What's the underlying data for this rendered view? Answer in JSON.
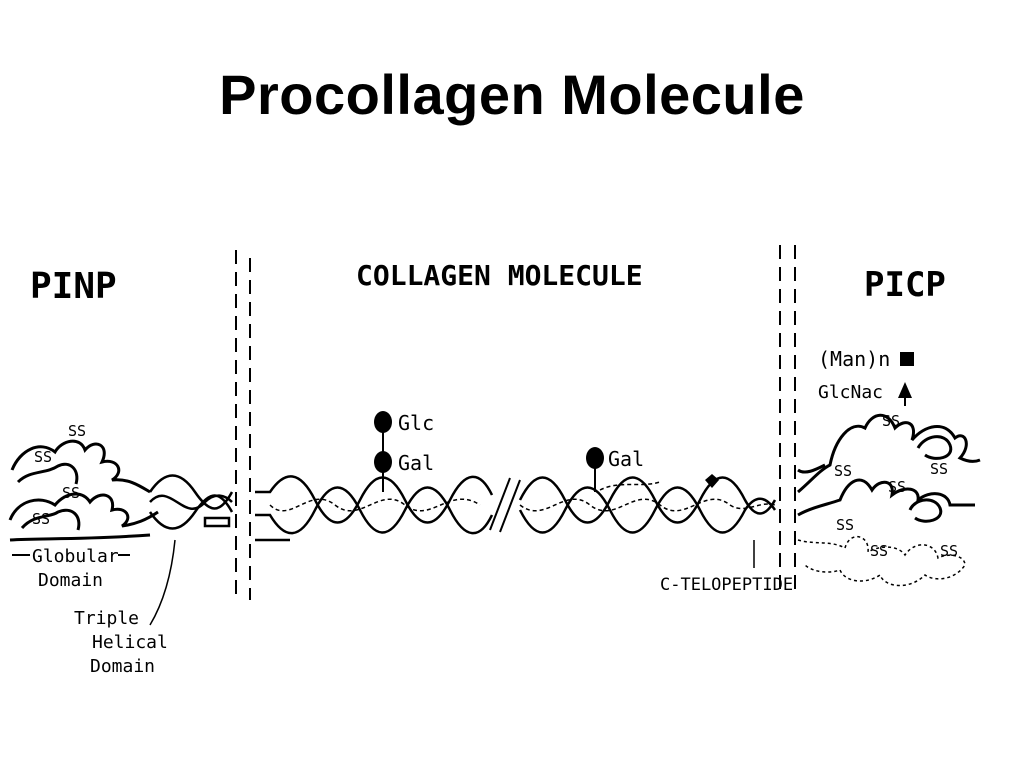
{
  "title": "Procollagen Molecule",
  "sections": {
    "left": "PINP",
    "middle": "COLLAGEN MOLECULE",
    "right": "PICP"
  },
  "labels": {
    "ss": "SS",
    "globular": "Globular",
    "domain": "Domain",
    "triple": "Triple",
    "helical": "Helical",
    "glc": "Glc",
    "gal": "Gal",
    "man": "(Man)n",
    "glcnac": "GlcNac",
    "c_telopeptide": "C-TELOPEPTIDE"
  }
}
